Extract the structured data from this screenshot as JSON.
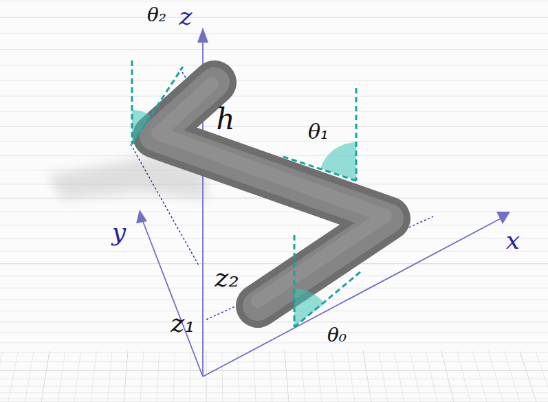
{
  "diagram": {
    "labels": [
      "z",
      "θ₂",
      "h",
      "θ₁",
      "y",
      "x",
      "z₂",
      "z₁",
      "θ₀"
    ]
  }
}
